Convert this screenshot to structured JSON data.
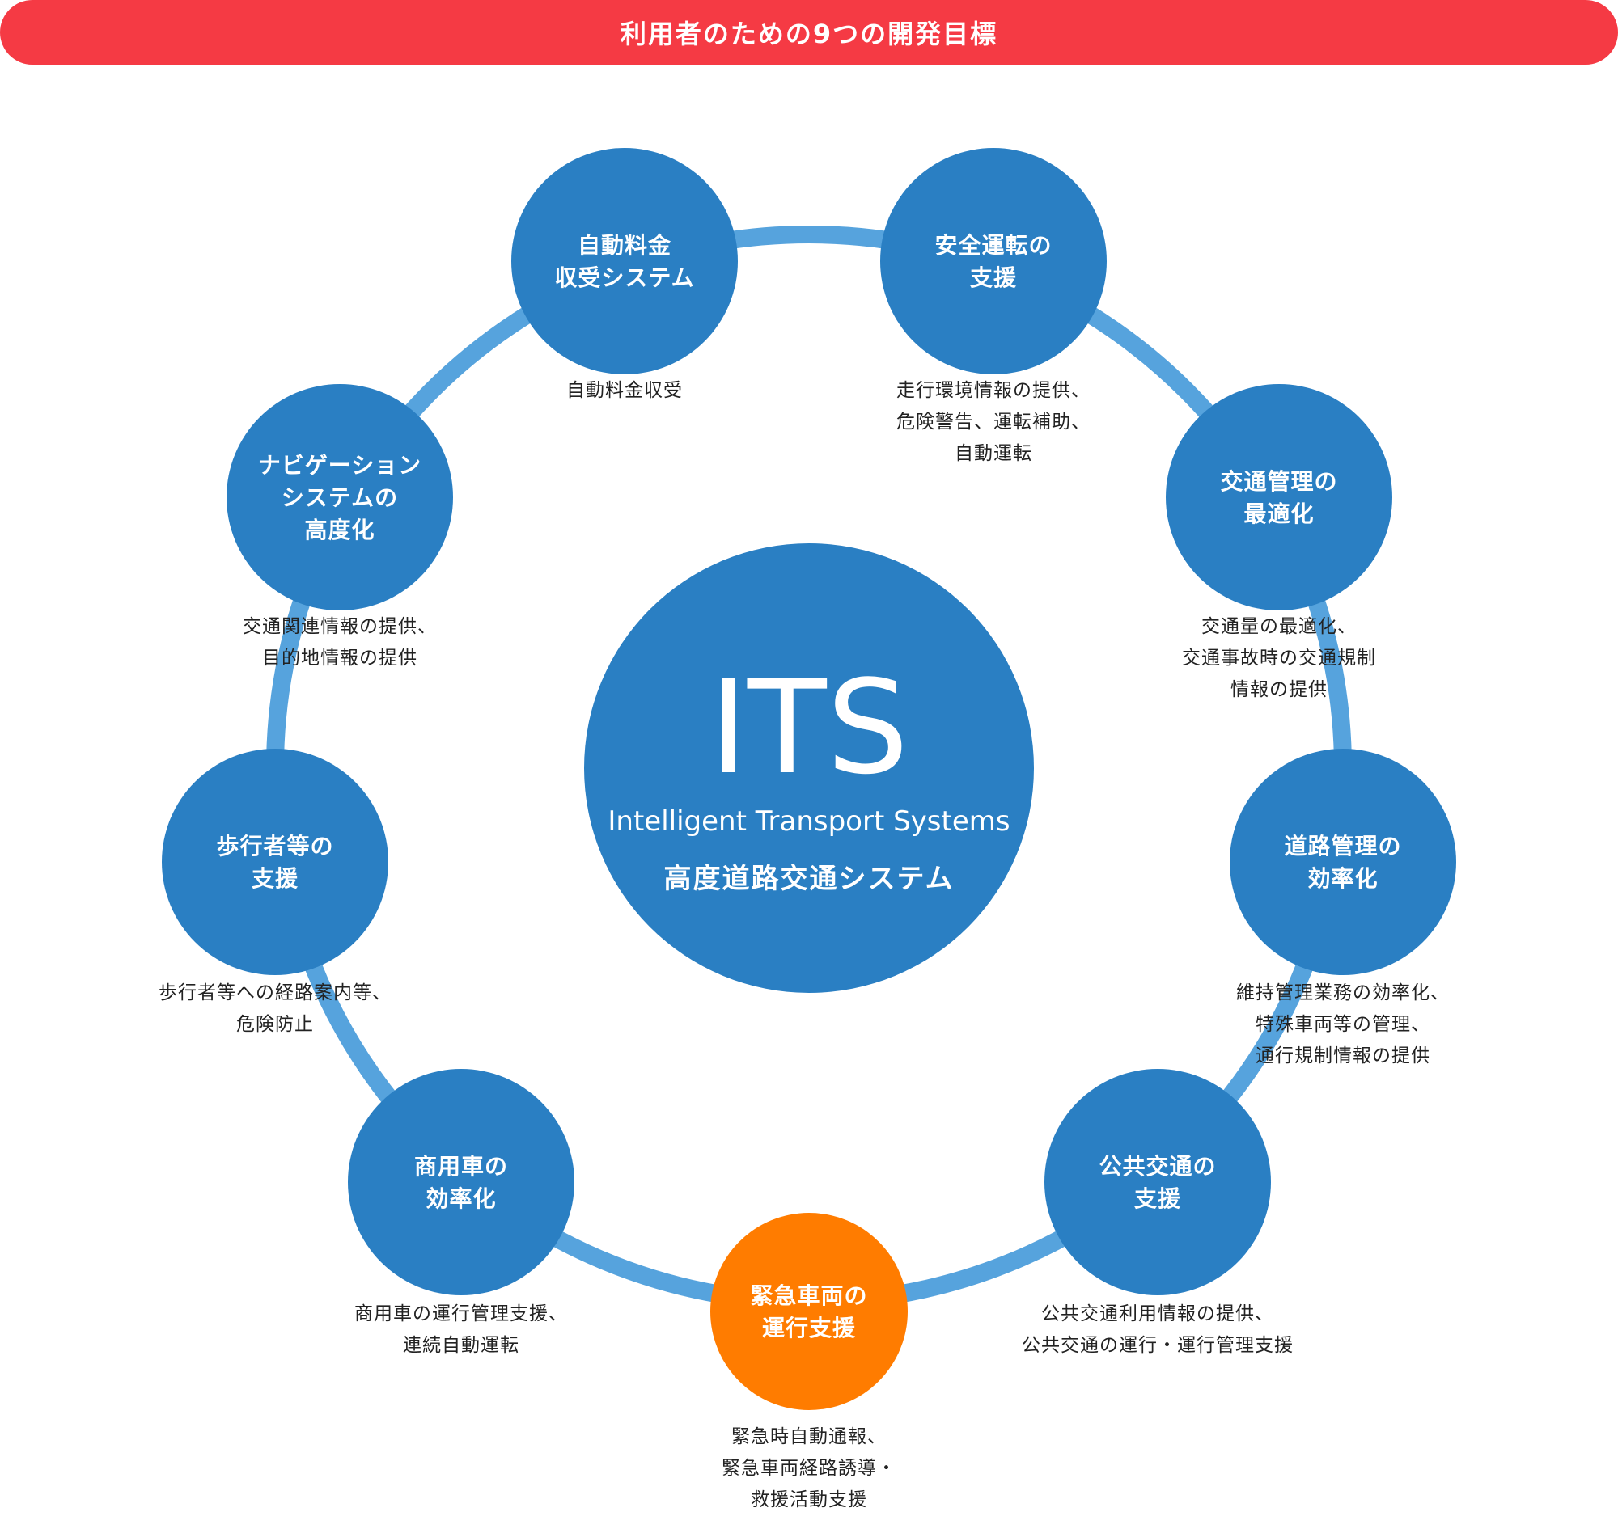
{
  "header": {
    "title": "利用者のための9つの開発目標"
  },
  "center": {
    "acronym": "ITS",
    "english": "Intelligent Transport Systems",
    "japanese": "高度道路交通システム"
  },
  "colors": {
    "header": "#f53a44",
    "node": "#2a7fc3",
    "highlight": "#ff7c00",
    "ring": "#56a3dd"
  },
  "goals": [
    {
      "id": "toll",
      "label": [
        "自動料金",
        "収受システム"
      ],
      "desc": [
        "自動料金収受"
      ]
    },
    {
      "id": "safe-driving",
      "label": [
        "安全運転の",
        "支援"
      ],
      "desc": [
        "走行環境情報の提供、",
        "危険警告、運転補助、",
        "自動運転"
      ]
    },
    {
      "id": "traffic-mgmt",
      "label": [
        "交通管理の",
        "最適化"
      ],
      "desc": [
        "交通量の最適化、",
        "交通事故時の交通規制",
        "情報の提供"
      ]
    },
    {
      "id": "road-mgmt",
      "label": [
        "道路管理の",
        "効率化"
      ],
      "desc": [
        "維持管理業務の効率化、",
        "特殊車両等の管理、",
        "通行規制情報の提供"
      ]
    },
    {
      "id": "public-transport",
      "label": [
        "公共交通の",
        "支援"
      ],
      "desc": [
        "公共交通利用情報の提供、",
        "公共交通の運行・運行管理支援"
      ]
    },
    {
      "id": "emergency",
      "label": [
        "緊急車両の",
        "運行支援"
      ],
      "desc": [
        "緊急時自動通報、",
        "緊急車両経路誘導・",
        "救援活動支援"
      ],
      "highlight": true
    },
    {
      "id": "commercial",
      "label": [
        "商用車の",
        "効率化"
      ],
      "desc": [
        "商用車の運行管理支援、",
        "連続自動運転"
      ]
    },
    {
      "id": "pedestrian",
      "label": [
        "歩行者等の",
        "支援"
      ],
      "desc": [
        "歩行者等への経路案内等、",
        "危険防止"
      ]
    },
    {
      "id": "navigation",
      "label": [
        "ナビゲーション",
        "システムの",
        "高度化"
      ],
      "desc": [
        "交通関連情報の提供、",
        "目的地情報の提供"
      ]
    }
  ]
}
